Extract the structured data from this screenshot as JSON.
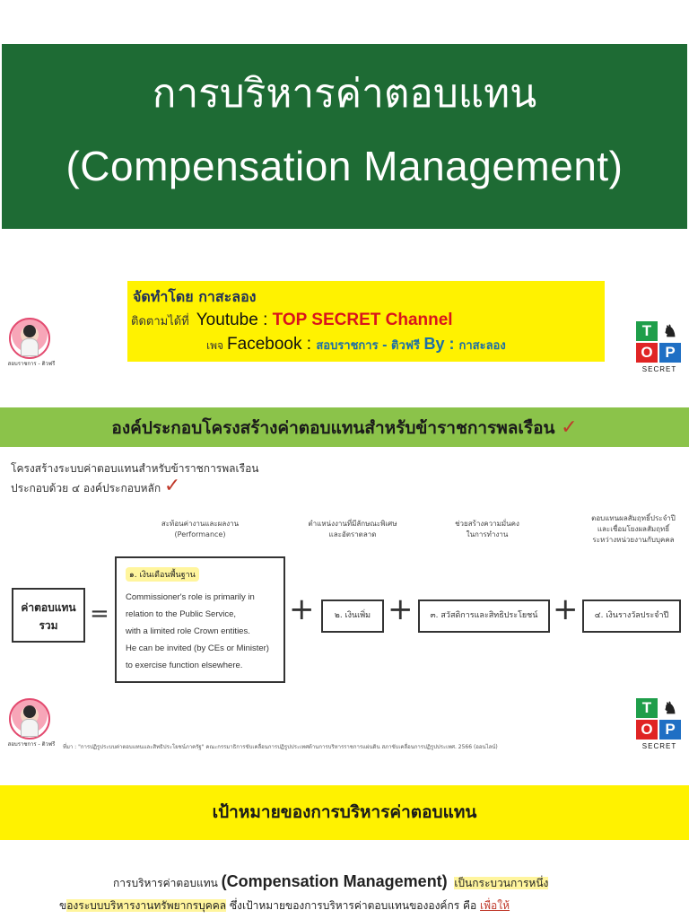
{
  "slide1": {
    "title_th": "การบริหารค่าตอบแทน",
    "title_en": "(Compensation Management)",
    "credit": {
      "made_by": "จัดทำโดย กาสะลอง",
      "follow_prefix": "ติดตามได้ที่",
      "youtube_label": "Youtube : ",
      "channel": "TOP SECRET Channel",
      "page_prefix": "เพจ",
      "facebook_label": "Facebook : ",
      "page_name": "สอบราชการ - ติวฟรี ",
      "by_label": "By : ",
      "author": "กาสะลอง"
    },
    "avatar_caption": "สอบราชการ - ติวฟรี",
    "logo": {
      "t": "T",
      "o": "O",
      "p": "P",
      "secret": "SECRET"
    }
  },
  "slide2": {
    "title": "องค์ประกอบโครงสร้างค่าตอบแทนสำหรับข้าราชการพลเรือน",
    "check": "✓",
    "intro_line1": "โครงสร้างระบบค่าตอบแทนสำหรับข้าราชการพลเรือน",
    "intro_line2": "ประกอบด้วย ๔ องค์ประกอบหลัก",
    "headers": [
      "สะท้อนค่างานและผลงาน\n(Performance)",
      "ตำแหน่งงานที่มีลักษณะพิเศษ\nและอัตราตลาด",
      "ช่วยสร้างความมั่นคง\nในการทำงาน",
      "ตอบแทนผลสัมฤทธิ์ประจำปี\nและเชื่อมโยงผลสัมฤทธิ์\nระหว่างหน่วยงานกับบุคคล"
    ],
    "total_label": "ค่าตอบแทน\nรวม",
    "equals": "=",
    "plus": "+",
    "component1_label": "๑. เงินเดือนพื้นฐาน",
    "component1_text": "Commissioner's role is primarily in\nrelation to the Public Service,\nwith a limited role Crown entities.\nHe can be invited (by CEs or Minister)\nto exercise function elsewhere.",
    "component2": "๒. เงินเพิ่ม",
    "component3": "๓. สวัสดิการและสิทธิประโยชน์",
    "component4": "๔. เงินรางวัลประจำปี",
    "source": "ที่มา : \"การปฏิรูประบบค่าตอบแทนและสิทธิประโยชน์ภาครัฐ\" คณะกรรมาธิการขับเคลื่อนการปฏิรูปประเทศด้านการบริหารราชการแผ่นดิน สภาขับเคลื่อนการปฏิรูปประเทศ. 2566 (ออนไลน์)"
  },
  "slide3": {
    "title": "เป้าหมายของการบริหารค่าตอบแทน",
    "p1_a": "การบริหารค่าตอบแทน ",
    "p1_en": "(Compensation  Management)",
    "p1_b": "เป็นกระบวนการหนึ่ง",
    "p2_a": "ข",
    "p2_mark": "องระบบบริหารงานทรัพยากรบุคคล",
    "p2_b": " ซึ่งเป้าหมายของการบริหารค่าตอบแทนขององค์กร คือ ",
    "p2_red": "เพื่อให้"
  },
  "colors": {
    "green_band": "#1e6b34",
    "yellow": "#fff200",
    "light_green": "#8bc34a",
    "red": "#d9141c"
  }
}
